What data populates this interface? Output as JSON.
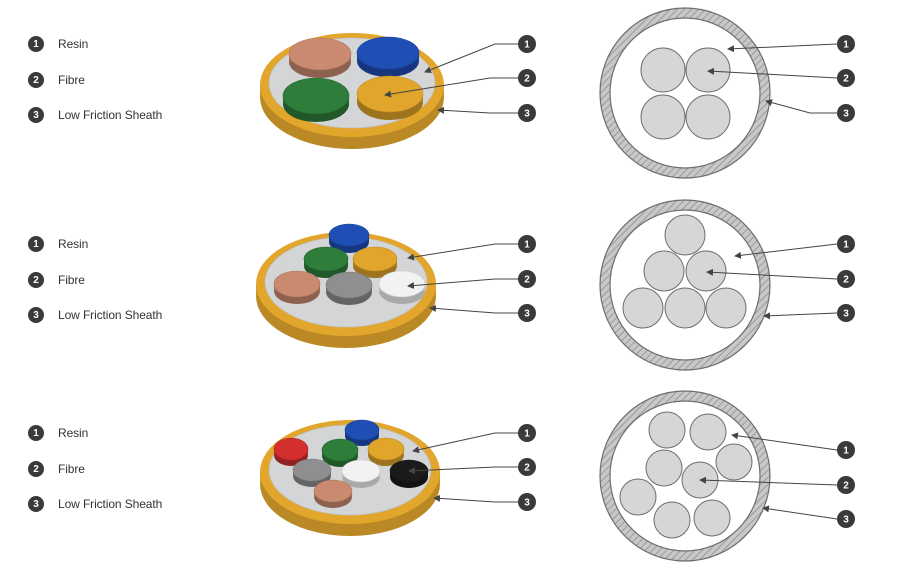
{
  "legend_label_resin": "Resin",
  "legend_label_fibre": "Fibre",
  "legend_label_sheath": "Low Friction Sheath",
  "callout_numbers": [
    "1",
    "2",
    "3"
  ],
  "rows": [
    {
      "name": "4-fibre",
      "legend": [
        {
          "num": "1",
          "label": "Resin"
        },
        {
          "num": "2",
          "label": "Fibre"
        },
        {
          "num": "3",
          "label": "Low Friction Sheath"
        }
      ],
      "fibre_colors": [
        "#c98a70",
        "#1f4fb5",
        "#2e7d3a",
        "#e0a52a"
      ]
    },
    {
      "name": "6-fibre",
      "legend": [
        {
          "num": "1",
          "label": "Resin"
        },
        {
          "num": "2",
          "label": "Fibre"
        },
        {
          "num": "3",
          "label": "Low Friction Sheath"
        }
      ],
      "fibre_colors": [
        "#1f4fb5",
        "#2e7d3a",
        "#e0a52a",
        "#c98a70",
        "#8f8f91",
        "#f2f2f2"
      ]
    },
    {
      "name": "8-fibre",
      "legend": [
        {
          "num": "1",
          "label": "Resin"
        },
        {
          "num": "2",
          "label": "Fibre"
        },
        {
          "num": "3",
          "label": "Low Friction Sheath"
        }
      ],
      "fibre_colors": [
        "#1f4fb5",
        "#d32f2f",
        "#2e7d3a",
        "#e0a52a",
        "#8f8f91",
        "#f2f2f2",
        "#1a1a1a",
        "#c98a70"
      ]
    }
  ],
  "colors": {
    "sheath": "#e3a62c",
    "resin": "#d4d5d7",
    "badge": "#3a3a3c",
    "callout_line": "#444444"
  }
}
